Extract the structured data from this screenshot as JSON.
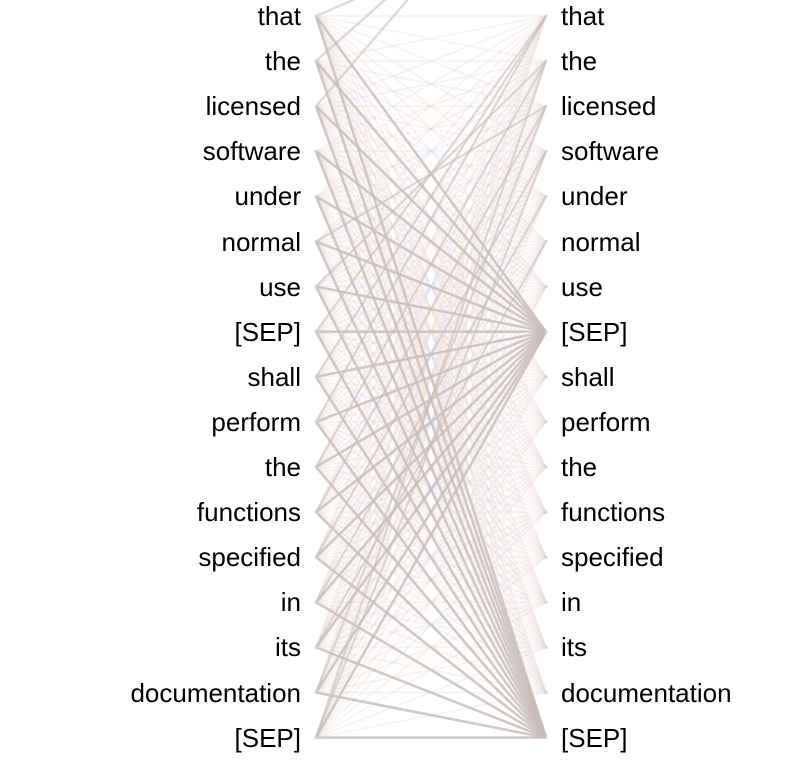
{
  "left_tokens": [
    "that",
    "the",
    "licensed",
    "software",
    "under",
    "normal",
    "use",
    "[SEP]",
    "shall",
    "perform",
    "the",
    "functions",
    "specified",
    "in",
    "its",
    "documentation",
    "[SEP]"
  ],
  "right_tokens": [
    "that",
    "the",
    "licensed",
    "software",
    "under",
    "normal",
    "use",
    "[SEP]",
    "shall",
    "perform",
    "the",
    "functions",
    "specified",
    "in",
    "its",
    "documentation",
    "[SEP]"
  ],
  "colors": {
    "strong_edge": "#c8bdb8",
    "faint_edge_warm": "#f0d8c8",
    "faint_edge_cool": "#d8d8ee",
    "text": "#000000"
  }
}
